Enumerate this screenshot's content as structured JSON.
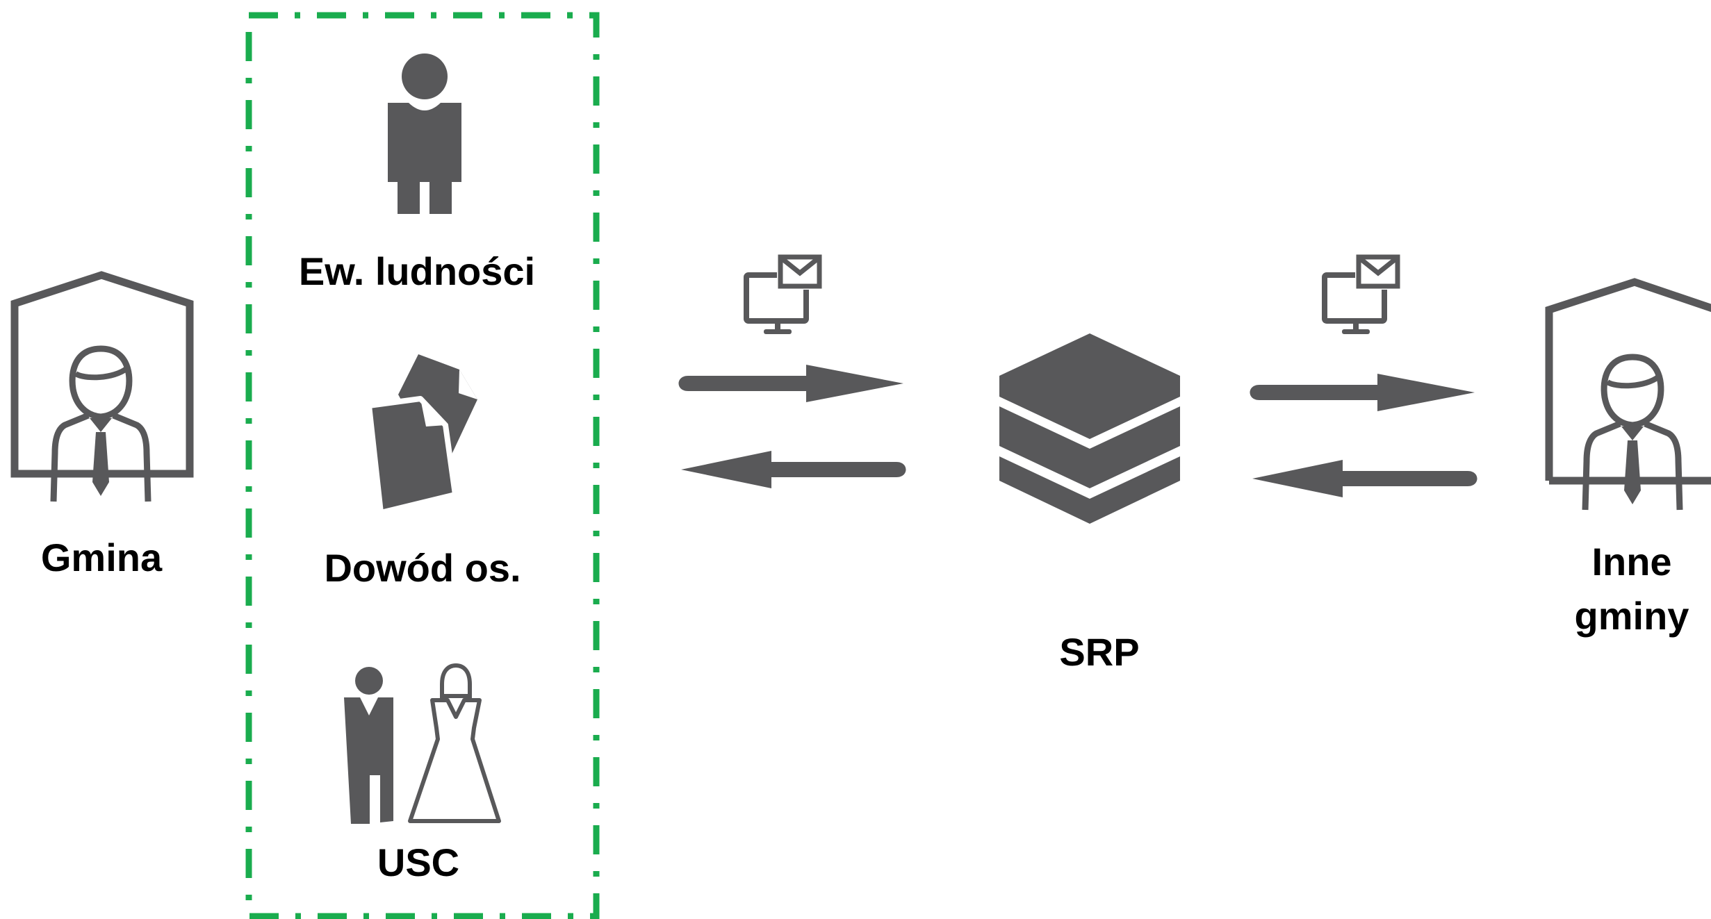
{
  "colors": {
    "icon": "#58585a",
    "border": "#1aac4e",
    "text": "#000000",
    "background": "#ffffff"
  },
  "nodes": {
    "gmina": {
      "label": "Gmina",
      "icon": "official-in-house-icon"
    },
    "ewidencja": {
      "label": "Ew. ludności",
      "icon": "person-icon"
    },
    "dowod": {
      "label": "Dowód os.",
      "icon": "documents-icon"
    },
    "usc": {
      "label": "USC",
      "icon": "couple-icon"
    },
    "srp": {
      "label": "SRP",
      "icon": "database-stack-icon"
    },
    "inne": {
      "label_line1": "Inne",
      "label_line2": "gminy",
      "icon": "official-in-house-icon"
    }
  },
  "connections": [
    {
      "from": "gmina-group",
      "to": "srp",
      "icon": "computer-mail-icon",
      "direction": "bidirectional"
    },
    {
      "from": "srp",
      "to": "inne",
      "icon": "computer-mail-icon",
      "direction": "bidirectional"
    }
  ]
}
